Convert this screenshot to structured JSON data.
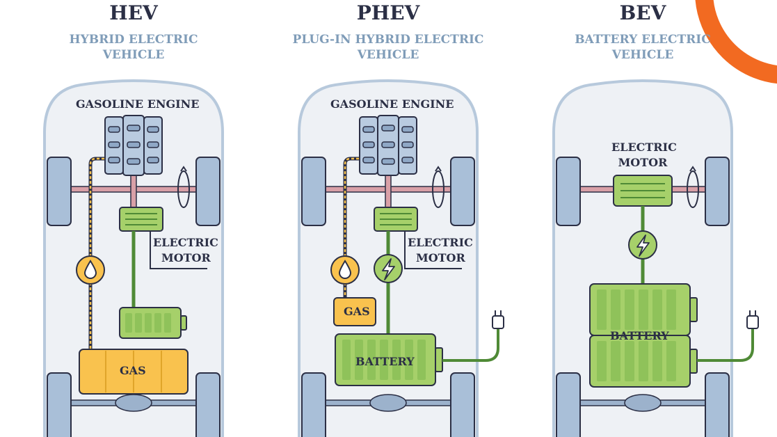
{
  "columns": [
    {
      "id": "hev",
      "abbr": "HEV",
      "full_line1": "HYBRID ELECTRIC",
      "full_line2": "VEHICLE",
      "engine_label": "GASOLINE ENGINE",
      "motor_label_line1": "ELECTRIC",
      "motor_label_line2": "MOTOR",
      "tank_label": "GAS"
    },
    {
      "id": "phev",
      "abbr": "PHEV",
      "full_line1": "PLUG-IN HYBRID ELECTRIC",
      "full_line2": "VEHICLE",
      "engine_label": "GASOLINE ENGINE",
      "motor_label_line1": "ELECTRIC",
      "motor_label_line2": "MOTOR",
      "tank_label": "GAS",
      "battery_label": "BATTERY"
    },
    {
      "id": "bev",
      "abbr": "BEV",
      "full_line1": "BATTERY ELECTRIC",
      "full_line2": "VEHICLE",
      "motor_label_line1": "ELECTRIC",
      "motor_label_line2": "MOTOR",
      "battery_label": "BATTERY"
    }
  ],
  "colors": {
    "title": "#2b2f45",
    "subtitle": "#7f9cb8",
    "car_body": "#eef1f5",
    "car_outline": "#b7c9dc",
    "tire": "#a9bfd8",
    "engine": "#b9cbe0",
    "gas": "#f9c24e",
    "battery": "#a6d06a",
    "electric_line": "#4f8a36",
    "fuel_line": "#e9a92a",
    "axle_red": "#d9a0a7",
    "axle_blue": "#9cb2cc",
    "accent_orange": "#f26a21"
  },
  "icons": [
    "gas-drop-icon",
    "lightning-icon",
    "plug-icon",
    "rotation-arrow-icon"
  ]
}
